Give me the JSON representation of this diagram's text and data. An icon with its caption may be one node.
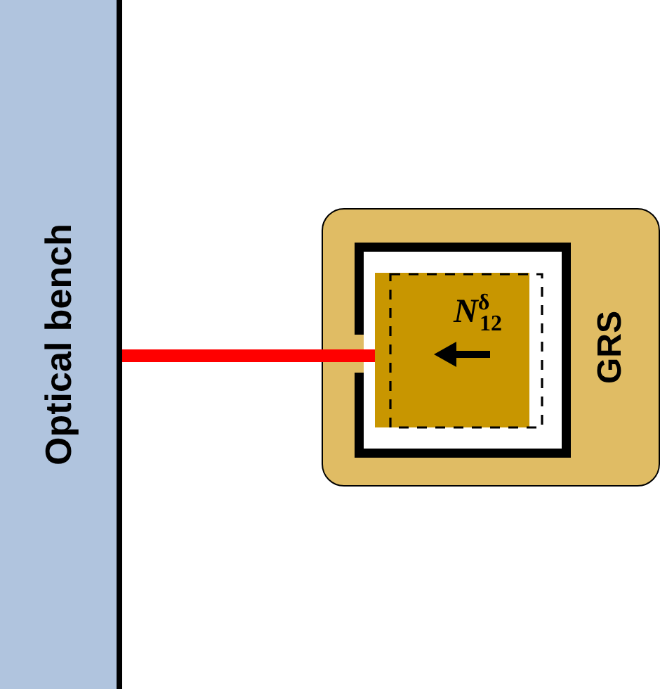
{
  "diagram": {
    "nodes": [
      {
        "text": [
          "Optical bench"
        ]
      },
      {
        "text": [
          "GRS"
        ]
      },
      {
        "text": [
          "*N*$^{δ}$$_{12}$"
        ],
        "in": 1
      }
    ],
    "edges": [
      {
        "from": 0,
        "to": 2,
        "arrow": "none",
        "color": "#ff0000"
      }
    ]
  }
}
